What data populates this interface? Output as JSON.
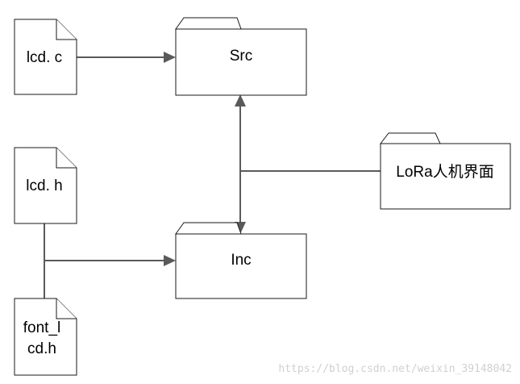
{
  "nodes": {
    "lcd_c": {
      "label": "lcd. c",
      "kind": "file"
    },
    "lcd_h": {
      "label": "lcd. h",
      "kind": "file"
    },
    "font_lcd_h": {
      "label_line1": "font_l",
      "label_line2": "cd.h",
      "kind": "file"
    },
    "src": {
      "label": "Src",
      "kind": "folder"
    },
    "inc": {
      "label": "Inc",
      "kind": "folder"
    },
    "lora": {
      "label": "LoRa人机界面",
      "kind": "folder"
    }
  },
  "edges": [
    {
      "from": "lcd_c",
      "to": "src",
      "arrow": "end"
    },
    {
      "from": "lcd_h+font_lcd_h",
      "to": "inc",
      "arrow": "end"
    },
    {
      "from": "lora",
      "to": "src+inc",
      "arrow": "both"
    }
  ],
  "watermark": "https://blog.csdn.net/weixin_39148042"
}
